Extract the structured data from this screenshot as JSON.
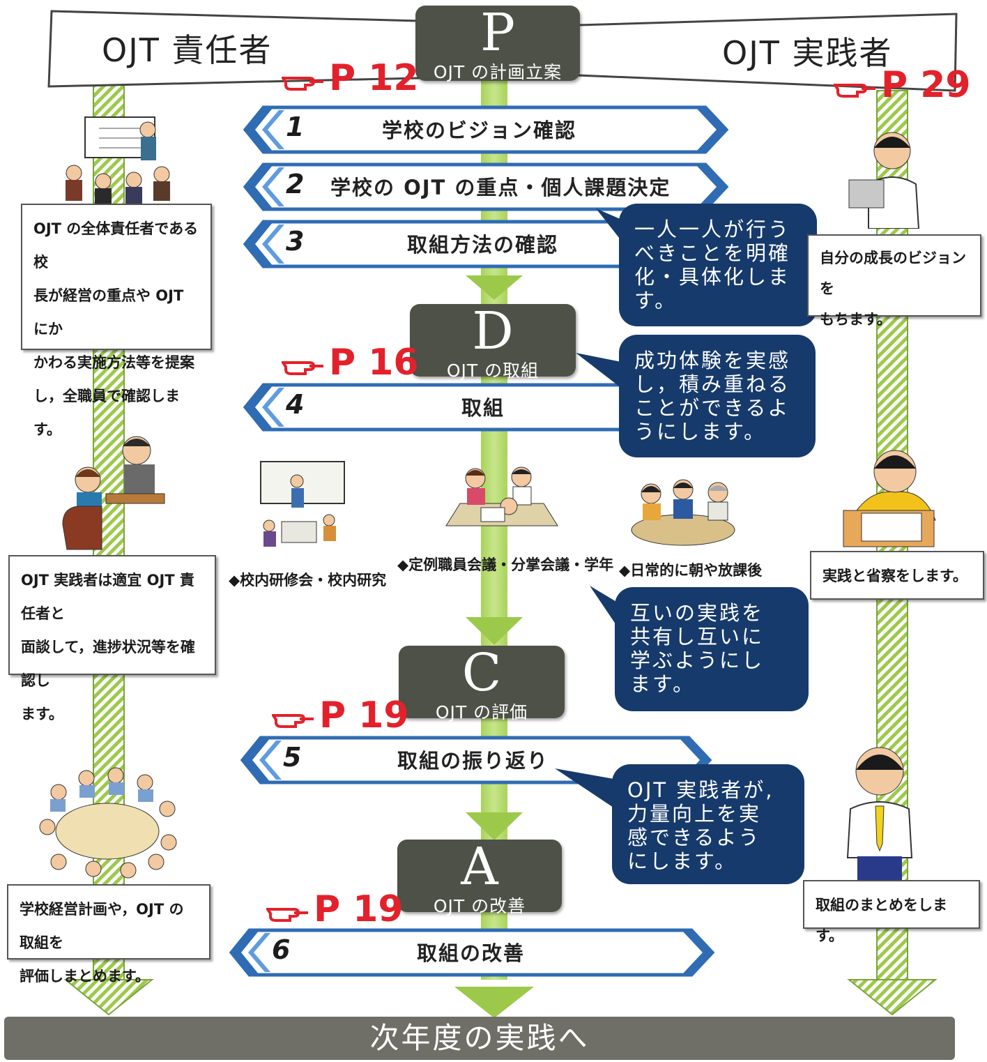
{
  "header": {
    "left_role": "OJT 責任者",
    "right_role": "OJT 実践者"
  },
  "phases": {
    "plan": {
      "letter": "P",
      "title": "OJT の計画立案",
      "page_ref": "P 12"
    },
    "do": {
      "letter": "D",
      "title": "OJT の取組",
      "page_ref": "P 16"
    },
    "check": {
      "letter": "C",
      "title": "OJT の評価",
      "page_ref": "P 19"
    },
    "act": {
      "letter": "A",
      "title": "OJT の改善",
      "page_ref": "P 19"
    }
  },
  "right_page_ref": "P 29",
  "steps": [
    {
      "num": "1",
      "label": "学校のビジョン確認"
    },
    {
      "num": "2",
      "label": "学校の OJT の重点・個人課題決定"
    },
    {
      "num": "3",
      "label": "取組方法の確認"
    },
    {
      "num": "4",
      "label": "取組"
    },
    {
      "num": "5",
      "label": "取組の振り返り"
    },
    {
      "num": "6",
      "label": "取組の改善"
    }
  ],
  "callouts": {
    "c1": [
      "一人一人が行う",
      "べきことを明確",
      "化・具体化しま",
      "す。"
    ],
    "c2": [
      "成功体験を実感",
      "し，積み重ねる",
      "ことができるよ",
      "うにします。"
    ],
    "c3": [
      "互いの実践を",
      "共有し互いに",
      "学ぶようにし",
      "ます。"
    ],
    "c4": [
      "OJT 実践者が,",
      "力量向上を実",
      "感できるよう",
      "にします。"
    ]
  },
  "left_notes": {
    "n1": [
      "OJT の全体責任者である校",
      "長が経営の重点や OJT にか",
      "かわる実施方法等を提案",
      "し，全職員で確認します。"
    ],
    "n2": [
      "OJT 実践者は適宜 OJT 責任者と",
      "面談して，進捗状況等を確認し",
      "ます。"
    ],
    "n3": [
      "学校経営計画や，OJT の取組を",
      "評価しまとめます。"
    ]
  },
  "right_notes": {
    "n1": [
      "自分の成長のビジョンを",
      "もちます。"
    ],
    "n2": "実践と省察をします。",
    "n3": "取組のまとめをします。"
  },
  "captions": {
    "training": "◆校内研修会・校内研究",
    "meetings": "◆定例職員会議・分掌会議・学年",
    "daily": "◆日常的に朝や放課後"
  },
  "footer": "次年度の実践へ",
  "colors": {
    "phase_box": "#4d5147",
    "callout": "#163a6b",
    "page_ref": "#e3212b",
    "flow_arrow": "#9cc94a",
    "step_border": "#2f6cb4"
  }
}
